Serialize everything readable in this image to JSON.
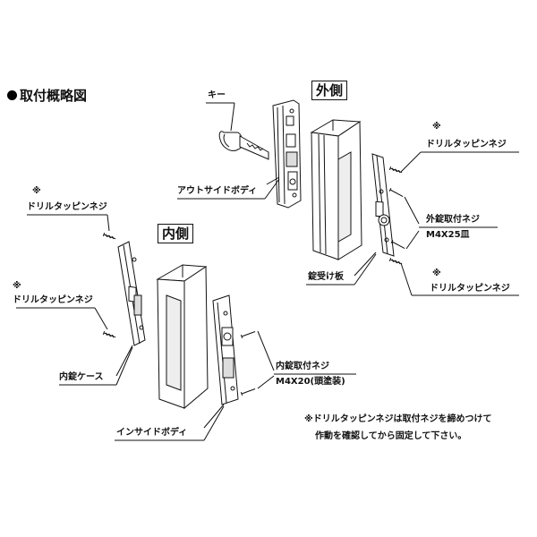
{
  "title": "取付概略図",
  "side_outer": "外側",
  "side_inner": "内側",
  "labels": {
    "key": "キー",
    "outside_body": "アウトサイドボディ",
    "strike_plate": "錠受け板",
    "outer_screw": "外錠取付ネジ",
    "outer_screw_spec": "M4X25皿",
    "drill_tap_screw": "ドリルタッピンネジ",
    "asterisk": "※",
    "inner_lock_case": "内錠ケース",
    "inner_screw": "内錠取付ネジ",
    "inner_screw_spec": "M4X20(頭塗装)",
    "inside_body": "インサイドボディ"
  },
  "note": {
    "line1": "※ドリルタッピンネジは取付ネジを締めつけて",
    "line2": "作動を確認してから固定して下さい。"
  },
  "colors": {
    "ink": "#111111",
    "shade": "#bbbbbb",
    "fill": "#ffffff"
  }
}
